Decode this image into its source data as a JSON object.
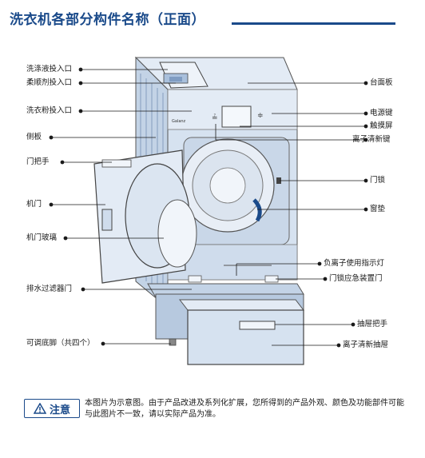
{
  "title": "洗衣机各部分构件名称（正面）",
  "left_labels": {
    "detergent_inlet": "洗涤液投入口",
    "softener_inlet": "柔顺剂投入口",
    "powder_inlet": "洗衣粉投入口",
    "side_panel": "侧板",
    "door_handle": "门把手",
    "door": "机门",
    "door_glass": "机门玻璃",
    "drain_filter_door": "排水过滤器门",
    "adjustable_feet": "可调底脚（共四个）"
  },
  "right_labels": {
    "top_panel": "台面板",
    "power_key": "电源键",
    "touch_screen": "触摸屏",
    "ion_clean_key": "离子清新键",
    "door_lock": "门锁",
    "window_gasket": "窗垫",
    "anion_indicator": "负离子使用指示灯",
    "door_lock_emergency": "门锁应急装置门",
    "drawer_handle": "抽屉把手",
    "ion_clean_drawer": "离子清新抽屉"
  },
  "note": {
    "badge": "注意",
    "text": "本图片为示意图。由于产品改进及系列化扩展，您所得到的产品外观、颜色及功能部件可能与此图片不一致，请以实际产品为准。"
  },
  "colors": {
    "accent": "#1a4a8a",
    "body": "#d6e2f0",
    "body_dark": "#b7c9df",
    "line": "#1a1a1a"
  }
}
